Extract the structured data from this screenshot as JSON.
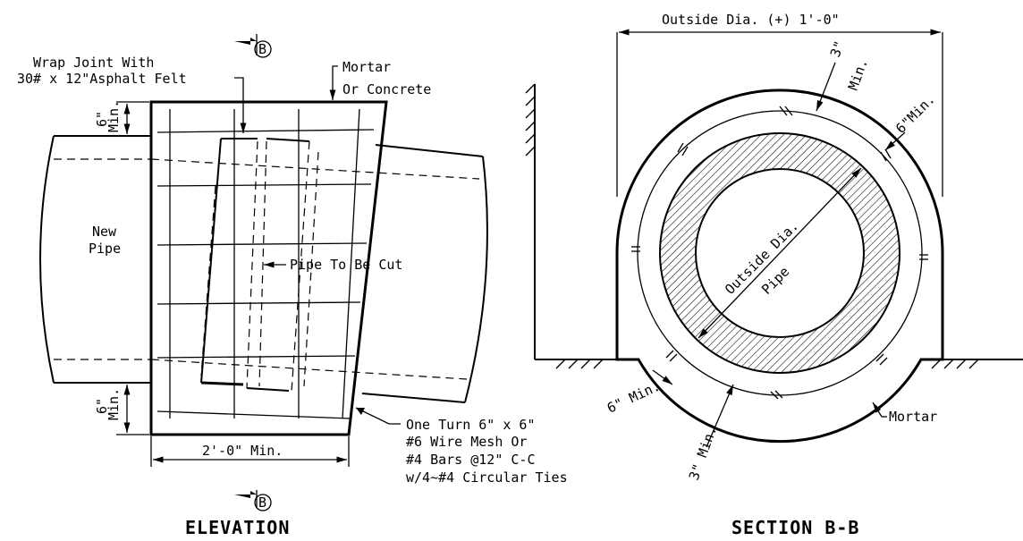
{
  "elevation": {
    "title": "ELEVATION",
    "section_marker": "B",
    "labels": {
      "wrap_joint_line1": "Wrap Joint With",
      "wrap_joint_line2": "30# x 12\"Asphalt Felt",
      "mortar_line1": "Mortar",
      "mortar_line2": "Or Concrete",
      "top_cover": "6\"",
      "top_cover_min": "Min.",
      "bottom_cover": "6\"",
      "bottom_cover_min": "Min.",
      "new_pipe_line1": "New",
      "new_pipe_line2": "Pipe",
      "pipe_to_be_cut": "Pipe To Be Cut",
      "width_dim": "2'-0\" Min.",
      "mesh_line1": "One Turn 6\" x 6\"",
      "mesh_line2": "#6 Wire Mesh Or",
      "mesh_line3": "#4 Bars @12\" C-C",
      "mesh_line4": "w/4~#4 Circular Ties"
    }
  },
  "section": {
    "title": "SECTION B-B",
    "labels": {
      "outside_dia_top": "Outside Dia. (+) 1'-0\"",
      "min_3_top_a": "3\"",
      "min_3_top_b": "Min.",
      "min_6_top": "6\"Min.",
      "outside_dia_pipe_a": "Outside Dia.",
      "outside_dia_pipe_b": "Pipe",
      "min_6_bottom": "6\" Min.",
      "min_3_bottom": "3\" Min.",
      "mortar": "Mortar"
    }
  }
}
